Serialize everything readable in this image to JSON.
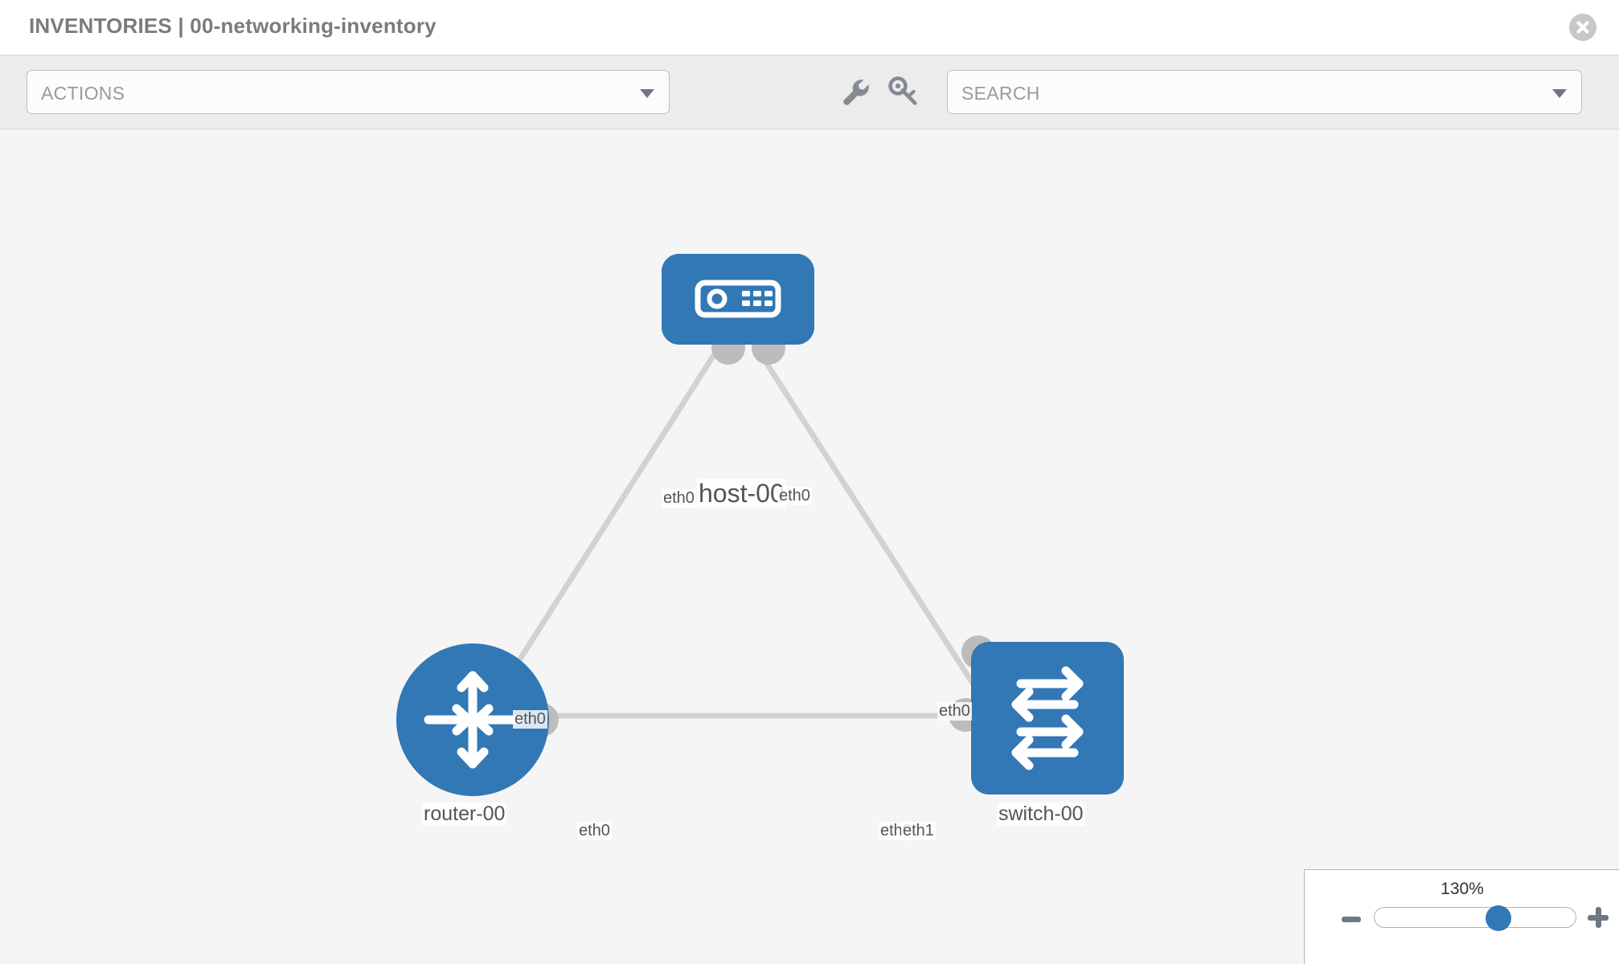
{
  "header": {
    "title": "INVENTORIES | 00-networking-inventory",
    "close_icon": "close-circle-icon"
  },
  "toolbar": {
    "actions_label": "ACTIONS",
    "actions_caret_icon": "chevron-down-icon",
    "wrench_icon": "wrench-icon",
    "key_icon": "key-icon",
    "search_placeholder": "SEARCH",
    "search_caret_icon": "chevron-down-icon"
  },
  "topology": {
    "nodes": [
      {
        "id": "host-00",
        "label": "host-00",
        "type": "host",
        "icon": "server-icon",
        "shape": "rounded-rect",
        "color": "#3178b5"
      },
      {
        "id": "router-00",
        "label": "router-00",
        "type": "router",
        "icon": "router-icon",
        "shape": "circle",
        "color": "#3178b5"
      },
      {
        "id": "switch-00",
        "label": "switch-00",
        "type": "switch",
        "icon": "switch-icon",
        "shape": "rounded-rect",
        "color": "#3178b5"
      }
    ],
    "edges": [
      {
        "from": "host-00",
        "to": "router-00",
        "from_label": "eth0",
        "to_label": "eth0"
      },
      {
        "from": "host-00",
        "to": "switch-00",
        "from_label": "eth0",
        "to_label": "eth0"
      },
      {
        "from": "router-00",
        "to": "switch-00",
        "from_label": "eth0",
        "to_label": "eth1"
      }
    ],
    "interface_labels": {
      "host_left": "eth0",
      "host_right": "eth0",
      "router_up": "eth0",
      "switch_up": "eth0",
      "router_right": "eth0",
      "switch_left_hidden": "eth0",
      "switch_left": "eth1"
    },
    "edge_color": "#d2d2d2",
    "stub_color": "#bcbcbc"
  },
  "zoom_control": {
    "value_label": "130%",
    "minus_label": "minus-icon",
    "plus_label": "plus-icon",
    "slider_percent": 63
  }
}
